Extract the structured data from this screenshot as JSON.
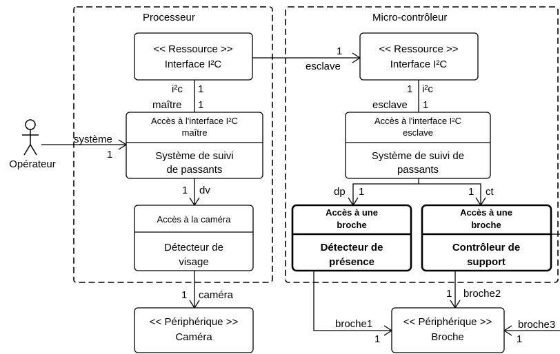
{
  "containers": {
    "processor": "Processeur",
    "microcontroller": "Micro-contrôleur"
  },
  "actor": {
    "label": "Opérateur"
  },
  "components": {
    "i2c_proc": {
      "stereo": "<< Ressource >>",
      "name": "Interface I²C"
    },
    "i2c_micro": {
      "stereo": "<< Ressource >>",
      "name": "Interface I²C"
    },
    "suivi_proc": {
      "header_1": "Accès à l'interface I²C",
      "header_2": "maître",
      "name_1": "Système de suivi",
      "name_2": "de passants"
    },
    "suivi_micro": {
      "header_1": "Accès à l'interface I²C",
      "header_2": "esclave",
      "name_1": "Système de suivi de",
      "name_2": "passants"
    },
    "detect_visage": {
      "header": "Accès à la caméra",
      "name_1": "Détecteur de",
      "name_2": "visage"
    },
    "detect_presence": {
      "header_1": "Accès à une",
      "header_2": "broche",
      "name_1": "Détecteur de",
      "name_2": "présence"
    },
    "controleur": {
      "header_1": "Accès à une",
      "header_2": "broche",
      "name_1": "Contrôleur de",
      "name_2": "support"
    },
    "camera": {
      "stereo": "<< Périphérique >>",
      "name": "Caméra"
    },
    "broche": {
      "stereo": "<< Périphérique >>",
      "name": "Broche"
    }
  },
  "links": {
    "systeme": {
      "role": "système",
      "mult": "1"
    },
    "i2c_bus": {
      "mult": "1",
      "role": "esclave"
    },
    "proc_vertical": {
      "role_top": "i²c",
      "mult_top": "1",
      "role_bot": "maître",
      "mult_bot": "1"
    },
    "micro_vertical": {
      "mult_top": "1",
      "role_top": "i²c",
      "role_bot": "esclave",
      "mult_bot": "1"
    },
    "dv": {
      "mult": "1",
      "role": "dv"
    },
    "dp": {
      "role": "dp",
      "mult": "1"
    },
    "ct": {
      "mult": "1",
      "role": "ct"
    },
    "camera": {
      "mult": "1",
      "role": "caméra"
    },
    "broche2": {
      "mult": "1",
      "role": "broche2"
    },
    "broche1": {
      "role": "broche1",
      "mult": "1"
    },
    "broche3": {
      "role": "broche3",
      "mult": "1"
    }
  }
}
